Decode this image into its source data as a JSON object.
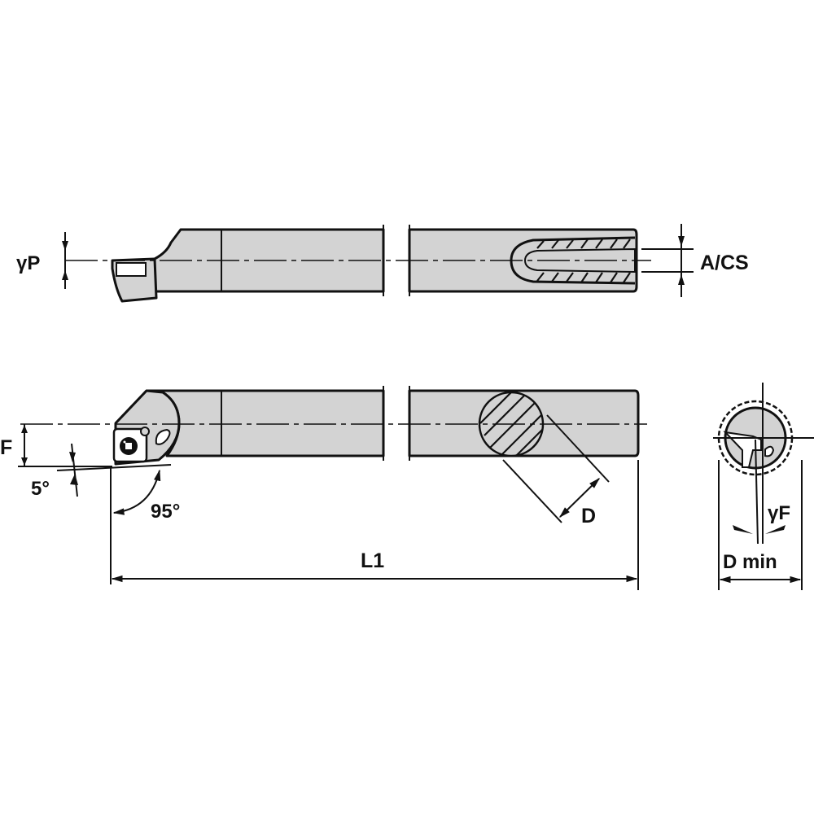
{
  "drawing": {
    "type": "technical-drawing",
    "subject": "boring bar with indexable insert",
    "colors": {
      "fill": "#d3d3d3",
      "line": "#111111",
      "background": "#ffffff"
    },
    "views": {
      "top_view": {
        "labels": {
          "gamma_p": "γP",
          "a_cs": "A/CS"
        }
      },
      "side_view": {
        "labels": {
          "f": "F",
          "angle_5": "5°",
          "angle_95": "95°",
          "d": "D",
          "l1": "L1"
        }
      },
      "end_view": {
        "labels": {
          "gamma_f": "γF",
          "d_min": "D min"
        }
      }
    }
  }
}
